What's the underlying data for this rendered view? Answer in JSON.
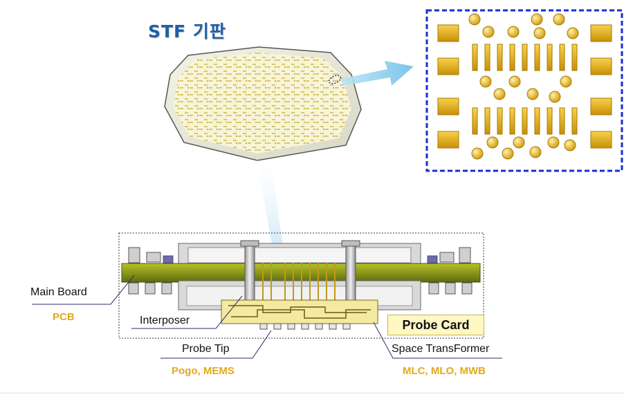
{
  "title": "STF 기판",
  "labels": {
    "main_board": "Main Board",
    "pcb": "PCB",
    "interposer": "Interposer",
    "probe_tip": "Probe Tip",
    "probe_tip_types": "Pogo, MEMS",
    "probe_card": "Probe Card",
    "space_transformer": "Space TransFormer",
    "space_transformer_types": "MLC, MLO, MWB"
  },
  "colors": {
    "title": "#1f5fa8",
    "gold": "#e8b81b",
    "board_green": "#8d9a1a",
    "dashed_border": "#1a2bd6",
    "subtitle_text": "#e3a91a",
    "arrow": "#7fc6ea"
  }
}
